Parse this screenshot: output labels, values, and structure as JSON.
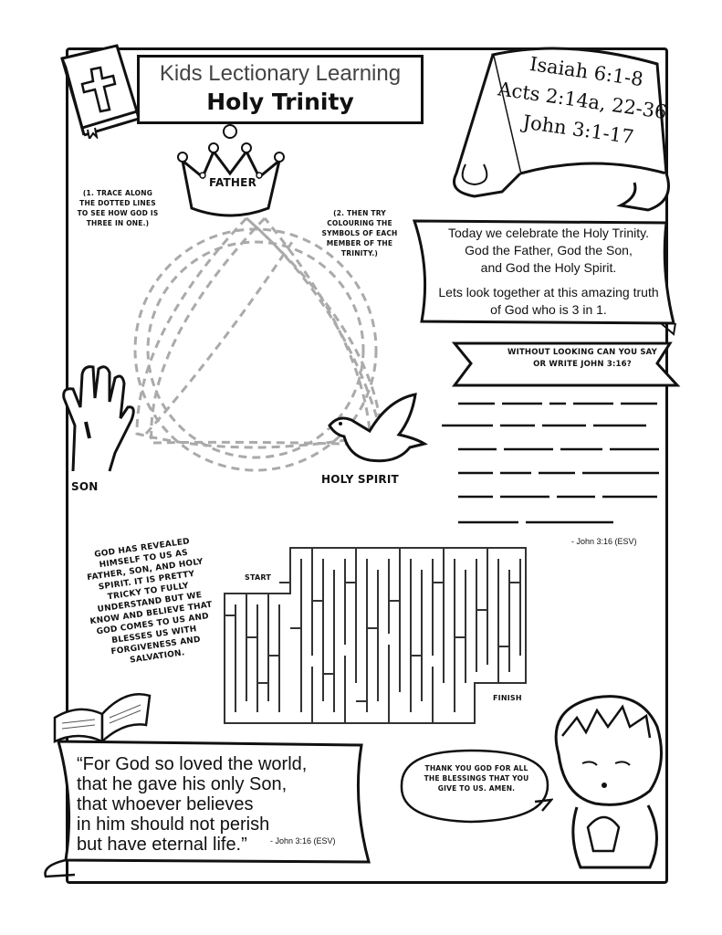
{
  "header": {
    "subtitle": "Kids Lectionary Learning",
    "title": "Holy Trinity"
  },
  "readings": [
    "Isaiah 6:1-8",
    "Acts 2:14a, 22-36",
    "John 3:1-17"
  ],
  "instructions": {
    "step1": "(1. Trace along the dotted lines to see how God is three in one.)",
    "step2": "(2. Then try colouring the symbols of each member of the Trinity.)"
  },
  "trinity": {
    "father": "FATHER",
    "son": "SON",
    "spirit": "HOLY SPIRIT"
  },
  "intro": {
    "line1": "Today we celebrate the  Holy Trinity.",
    "line2": "God the Father, God the Son,",
    "line3": "and God the Holy Spirit.",
    "line4": "Lets look together at this amazing truth",
    "line5": "of God who is 3 in 1."
  },
  "memory": {
    "prompt_line1": "Without looking can you say",
    "prompt_line2": "or write John 3:16?",
    "citation": "- John 3:16 (ESV)"
  },
  "explanation": "God has revealed himself to us as Father, Son, and Holy Spirit. It is pretty tricky to fully understand but we know and believe that God comes to us and blesses us with forgiveness and salvation.",
  "maze": {
    "start": "START",
    "finish": "FINISH"
  },
  "verse": {
    "line1": "“For God so loved the world,",
    "line2": "that he gave his only Son,",
    "line3": "that whoever believes",
    "line4": "in him should not perish",
    "line5": "but have eternal life.”",
    "citation": "- John 3:16 (ESV)"
  },
  "prayer": "Thank you God for all the blessings that you give to us. Amen."
}
